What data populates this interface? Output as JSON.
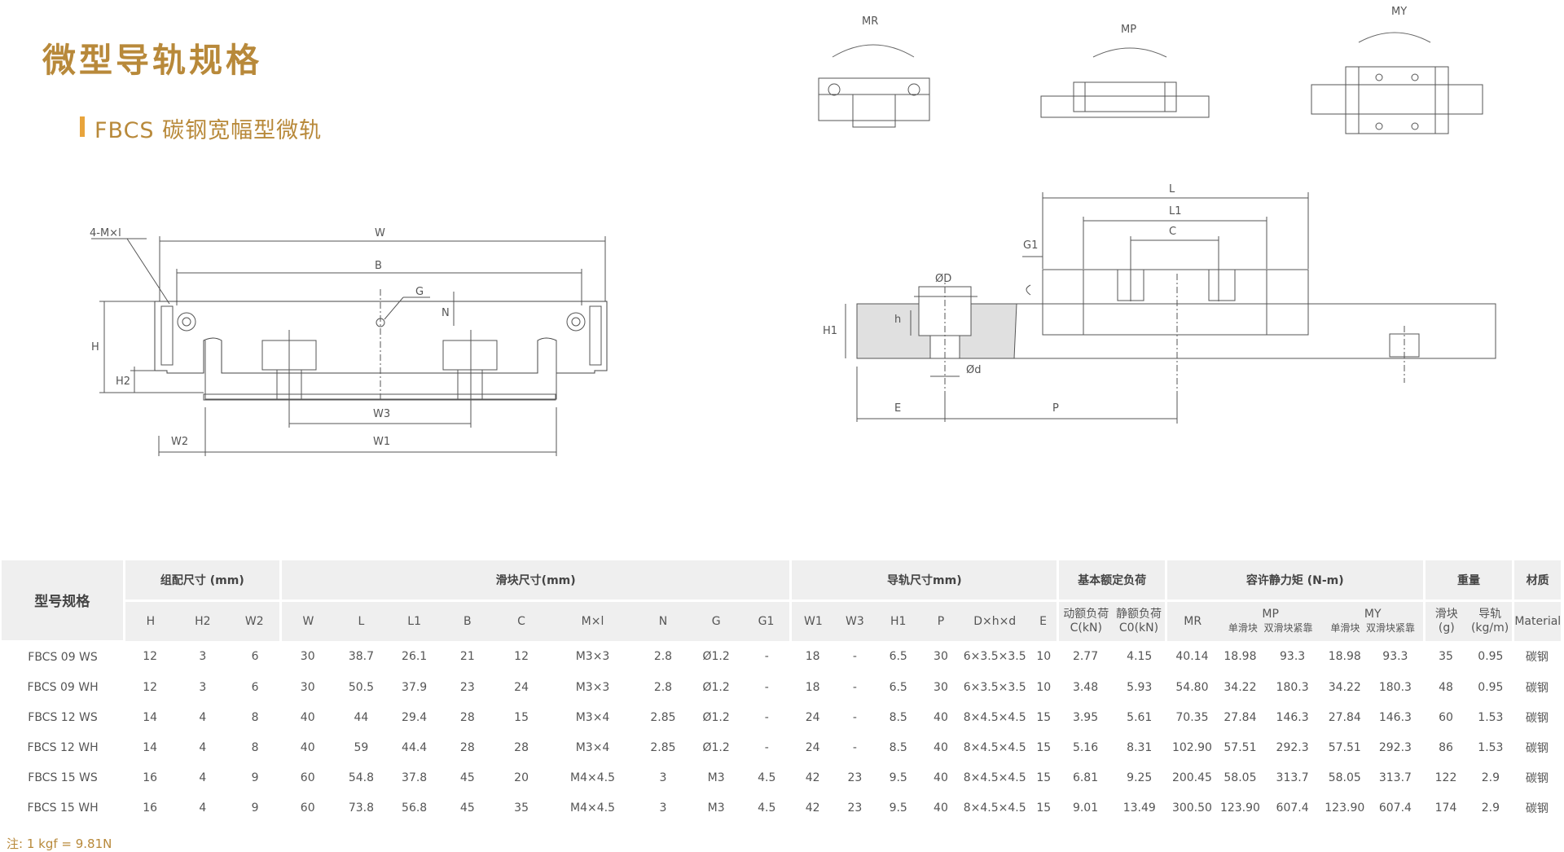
{
  "page": {
    "title": "微型导轨规格",
    "subtitle": "FBCS 碳钢宽幅型微轨",
    "note": "注: 1 kgf = 9.81N"
  },
  "drawing_labels": {
    "moments": [
      "MR",
      "MP",
      "MY"
    ],
    "front_view": [
      "4-M×l",
      "W",
      "B",
      "G",
      "N",
      "H",
      "H2",
      "W3",
      "W2",
      "W1"
    ],
    "side_view": [
      "L",
      "L1",
      "C",
      "G1",
      "ØD",
      "h",
      "H1",
      "Ød",
      "E",
      "P"
    ]
  },
  "table": {
    "group_headers": {
      "model": "型号规格",
      "assembly": "组配尺寸 (mm)",
      "block": "滑块尺寸(mm)",
      "rail": "导轨尺寸mm)",
      "load": "基本额定负荷",
      "moment": "容许静力矩 (N-m)",
      "weight": "重量",
      "material": "材质"
    },
    "sub_headers": {
      "H": "H",
      "H2": "H2",
      "W2": "W2",
      "W": "W",
      "L": "L",
      "L1": "L1",
      "B": "B",
      "C": "C",
      "Mxl": "M×l",
      "N": "N",
      "G": "G",
      "G1": "G1",
      "W1": "W1",
      "W3": "W3",
      "H1": "H1",
      "P": "P",
      "Dhd": "D×h×d",
      "E": "E",
      "dyn_a": "动额负荷",
      "dyn_b": "C(kN)",
      "stat_a": "静额负荷",
      "stat_b": "C0(kN)",
      "MR": "MR",
      "MP": "MP",
      "MP_single": "单滑块",
      "MP_double": "双滑块紧靠",
      "MY": "MY",
      "MY_single": "单滑块",
      "MY_double": "双滑块紧靠",
      "block_w_a": "滑块",
      "block_w_b": "(g)",
      "rail_w_a": "导轨",
      "rail_w_b": "(kg/m)",
      "material": "Material"
    },
    "rows": [
      [
        "FBCS 09 WS",
        "12",
        "3",
        "6",
        "30",
        "38.7",
        "26.1",
        "21",
        "12",
        "M3×3",
        "2.8",
        "Ø1.2",
        "-",
        "18",
        "-",
        "6.5",
        "30",
        "6×3.5×3.5",
        "10",
        "2.77",
        "4.15",
        "40.14",
        "18.98",
        "93.3",
        "18.98",
        "93.3",
        "35",
        "0.95",
        "碳钢"
      ],
      [
        "FBCS 09 WH",
        "12",
        "3",
        "6",
        "30",
        "50.5",
        "37.9",
        "23",
        "24",
        "M3×3",
        "2.8",
        "Ø1.2",
        "-",
        "18",
        "-",
        "6.5",
        "30",
        "6×3.5×3.5",
        "10",
        "3.48",
        "5.93",
        "54.80",
        "34.22",
        "180.3",
        "34.22",
        "180.3",
        "48",
        "0.95",
        "碳钢"
      ],
      [
        "FBCS 12 WS",
        "14",
        "4",
        "8",
        "40",
        "44",
        "29.4",
        "28",
        "15",
        "M3×4",
        "2.85",
        "Ø1.2",
        "-",
        "24",
        "-",
        "8.5",
        "40",
        "8×4.5×4.5",
        "15",
        "3.95",
        "5.61",
        "70.35",
        "27.84",
        "146.3",
        "27.84",
        "146.3",
        "60",
        "1.53",
        "碳钢"
      ],
      [
        "FBCS 12 WH",
        "14",
        "4",
        "8",
        "40",
        "59",
        "44.4",
        "28",
        "28",
        "M3×4",
        "2.85",
        "Ø1.2",
        "-",
        "24",
        "-",
        "8.5",
        "40",
        "8×4.5×4.5",
        "15",
        "5.16",
        "8.31",
        "102.90",
        "57.51",
        "292.3",
        "57.51",
        "292.3",
        "86",
        "1.53",
        "碳钢"
      ],
      [
        "FBCS 15 WS",
        "16",
        "4",
        "9",
        "60",
        "54.8",
        "37.8",
        "45",
        "20",
        "M4×4.5",
        "3",
        "M3",
        "4.5",
        "42",
        "23",
        "9.5",
        "40",
        "8×4.5×4.5",
        "15",
        "6.81",
        "9.25",
        "200.45",
        "58.05",
        "313.7",
        "58.05",
        "313.7",
        "122",
        "2.9",
        "碳钢"
      ],
      [
        "FBCS 15 WH",
        "16",
        "4",
        "9",
        "60",
        "73.8",
        "56.8",
        "45",
        "35",
        "M4×4.5",
        "3",
        "M3",
        "4.5",
        "42",
        "23",
        "9.5",
        "40",
        "8×4.5×4.5",
        "15",
        "9.01",
        "13.49",
        "300.50",
        "123.90",
        "607.4",
        "123.90",
        "607.4",
        "174",
        "2.9",
        "碳钢"
      ]
    ]
  }
}
